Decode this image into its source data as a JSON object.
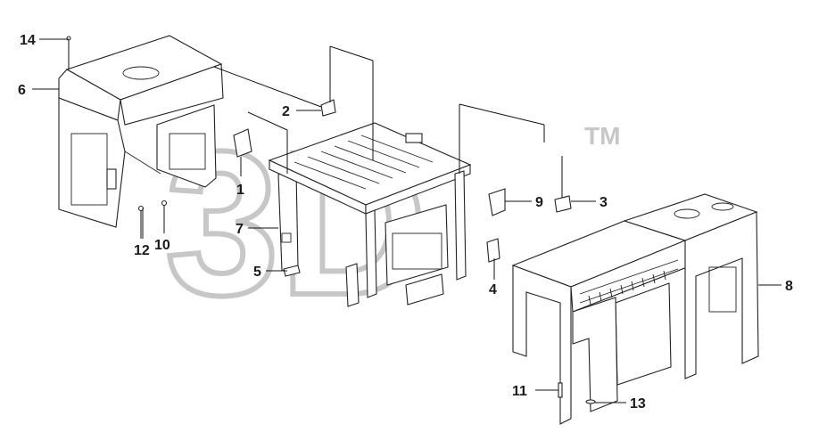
{
  "watermark": {
    "text": "3D",
    "tm": "TM"
  },
  "callouts": [
    {
      "id": "14",
      "text": "14"
    },
    {
      "id": "6",
      "text": "6"
    },
    {
      "id": "2",
      "text": "2"
    },
    {
      "id": "1",
      "text": "1"
    },
    {
      "id": "7",
      "text": "7"
    },
    {
      "id": "5",
      "text": "5"
    },
    {
      "id": "12",
      "text": "12"
    },
    {
      "id": "10",
      "text": "10"
    },
    {
      "id": "9",
      "text": "9"
    },
    {
      "id": "3",
      "text": "3"
    },
    {
      "id": "4",
      "text": "4"
    },
    {
      "id": "8",
      "text": "8"
    },
    {
      "id": "11",
      "text": "11"
    },
    {
      "id": "13",
      "text": "13"
    }
  ]
}
